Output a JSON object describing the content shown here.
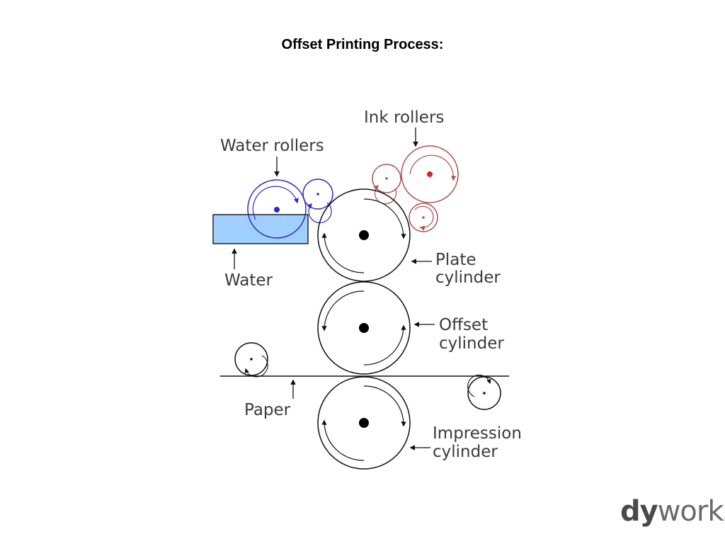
{
  "title": "Offset Printing Process:",
  "labels": {
    "ink_rollers": "Ink rollers",
    "water_rollers": "Water rollers",
    "water": "Water",
    "plate_line1": "Plate",
    "plate_line2": "cylinder",
    "offset_line1": "Offset",
    "offset_line2": "cylinder",
    "paper": "Paper",
    "impression_line1": "Impression",
    "impression_line2": "cylinder"
  },
  "logo": {
    "part1": "dy",
    "part2": "works"
  },
  "colors": {
    "water_roller": "#2b2bc0",
    "water_tray": "#9fd0ff",
    "ink_roller": "#b05050",
    "ink_center": "#e02020",
    "line": "#111111",
    "text": "#3a3a3a"
  }
}
